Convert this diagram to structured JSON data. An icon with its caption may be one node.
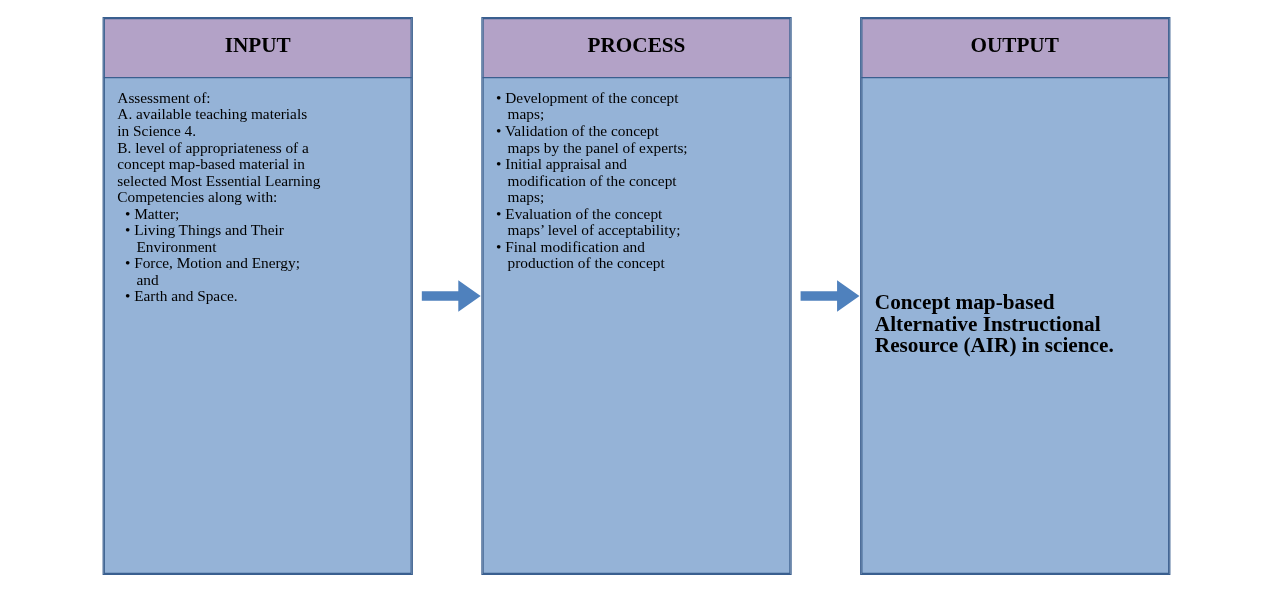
{
  "diagram": {
    "nodes": [
      {
        "text": [
          "INPUT",
          "Assessment of:",
          "A. available teaching materials in Science 4.",
          "B. level of appropriateness of a concept map-based material in selected Most Essential Learning Competencies along with:",
          "• Matter;",
          "• Living Things and Their Environment",
          "• Force, Motion and Energy; and",
          "• Earth and Space."
        ]
      },
      {
        "text": [
          "PROCESS",
          "• Development of the concept maps;",
          "• Validation of the concept maps by the panel of experts;",
          "• Initial appraisal and modification of the concept maps;",
          "• Evaluation of the concept maps’ level of acceptability;",
          "• Final modification and production of the concept"
        ]
      },
      {
        "text": [
          "OUTPUT",
          "Concept map-based Alternative Instructional Resource (AIR) in science."
        ]
      }
    ],
    "edges": [
      {
        "from": 0,
        "to": 1,
        "arrow": "to"
      },
      {
        "from": 1,
        "to": 2,
        "arrow": "to"
      }
    ]
  }
}
